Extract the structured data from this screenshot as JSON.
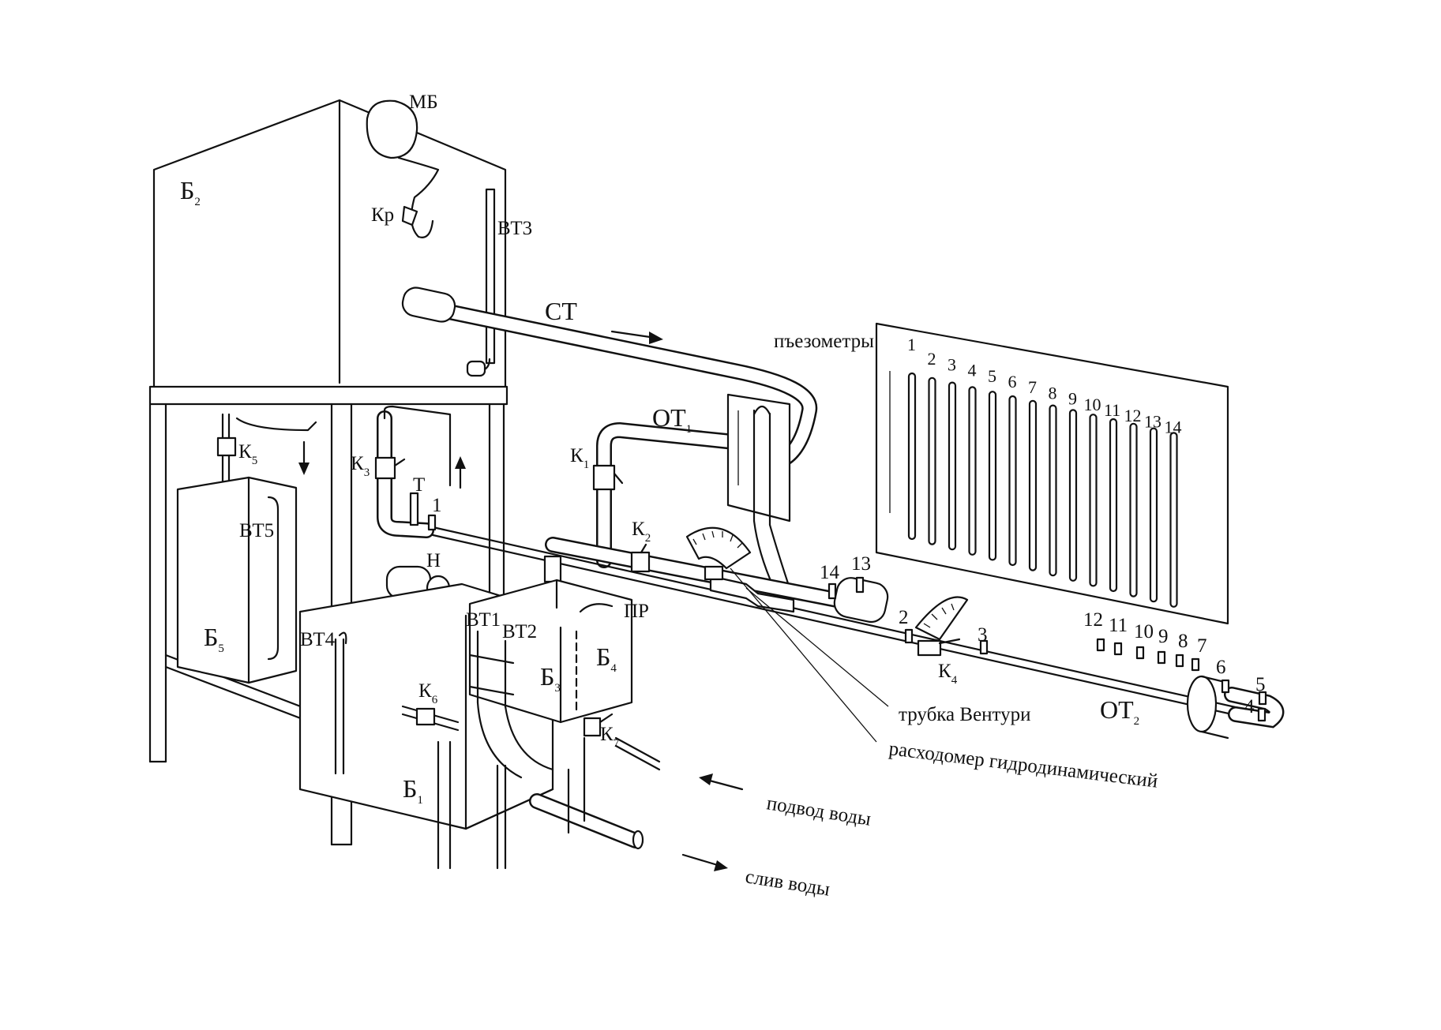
{
  "labels": {
    "mb": "МБ",
    "b2": "Б",
    "b2_sub": "2",
    "kr": "Кр",
    "vt3": "ВТ3",
    "st": "СТ",
    "piezometers_title": "пъезометры",
    "ot1": "ОТ",
    "ot1_sub": "1",
    "k1": "К",
    "k1_sub": "1",
    "k2": "К",
    "k2_sub": "2",
    "k3": "К",
    "k3_sub": "3",
    "k4": "К",
    "k4_sub": "4",
    "k5": "К",
    "k5_sub": "5",
    "k6": "К",
    "k6_sub": "6",
    "k7": "К",
    "k7_sub": "7",
    "t": "Т",
    "point1": "1",
    "vt5": "ВТ5",
    "b5": "Б",
    "b5_sub": "5",
    "n": "Н",
    "vt4": "ВТ4",
    "vt1": "ВТ1",
    "vt2": "ВТ2",
    "b3": "Б",
    "b3_sub": "3",
    "b4": "Б",
    "b4_sub": "4",
    "pr": "ПР",
    "b1": "Б",
    "b1_sub": "1",
    "ot2": "ОТ",
    "ot2_sub": "2",
    "p14": "14",
    "p13": "13",
    "p2": "2",
    "p3": "3",
    "p12": "12",
    "p11": "11",
    "p10": "10",
    "p9": "9",
    "p8": "8",
    "p7": "7",
    "p6": "6",
    "p5": "5",
    "p4": "4",
    "venturi": "трубка Вентури",
    "flowmeter": "расходомер гидродинамический",
    "supply": "подвод воды",
    "drain": "слив воды"
  },
  "piezometer_numbers": [
    "1",
    "2",
    "3",
    "4",
    "5",
    "6",
    "7",
    "8",
    "9",
    "10",
    "11",
    "12",
    "13",
    "14"
  ]
}
